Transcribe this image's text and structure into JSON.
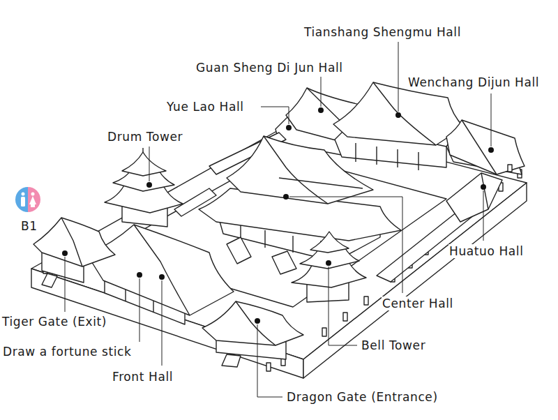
{
  "diagram": {
    "labels": [
      "Tianshang Shengmu Hall",
      "Guan Sheng Di Jun Hall",
      "Wenchang Dijun Hall",
      "Yue Lao Hall",
      "Drum Tower",
      "B1",
      "Huatuo Hall",
      "Center Hall",
      "Tiger Gate (Exit)",
      "Draw a fortune stick",
      "Front Hall",
      "Bell Tower",
      "Dragon Gate (Entrance)"
    ]
  }
}
